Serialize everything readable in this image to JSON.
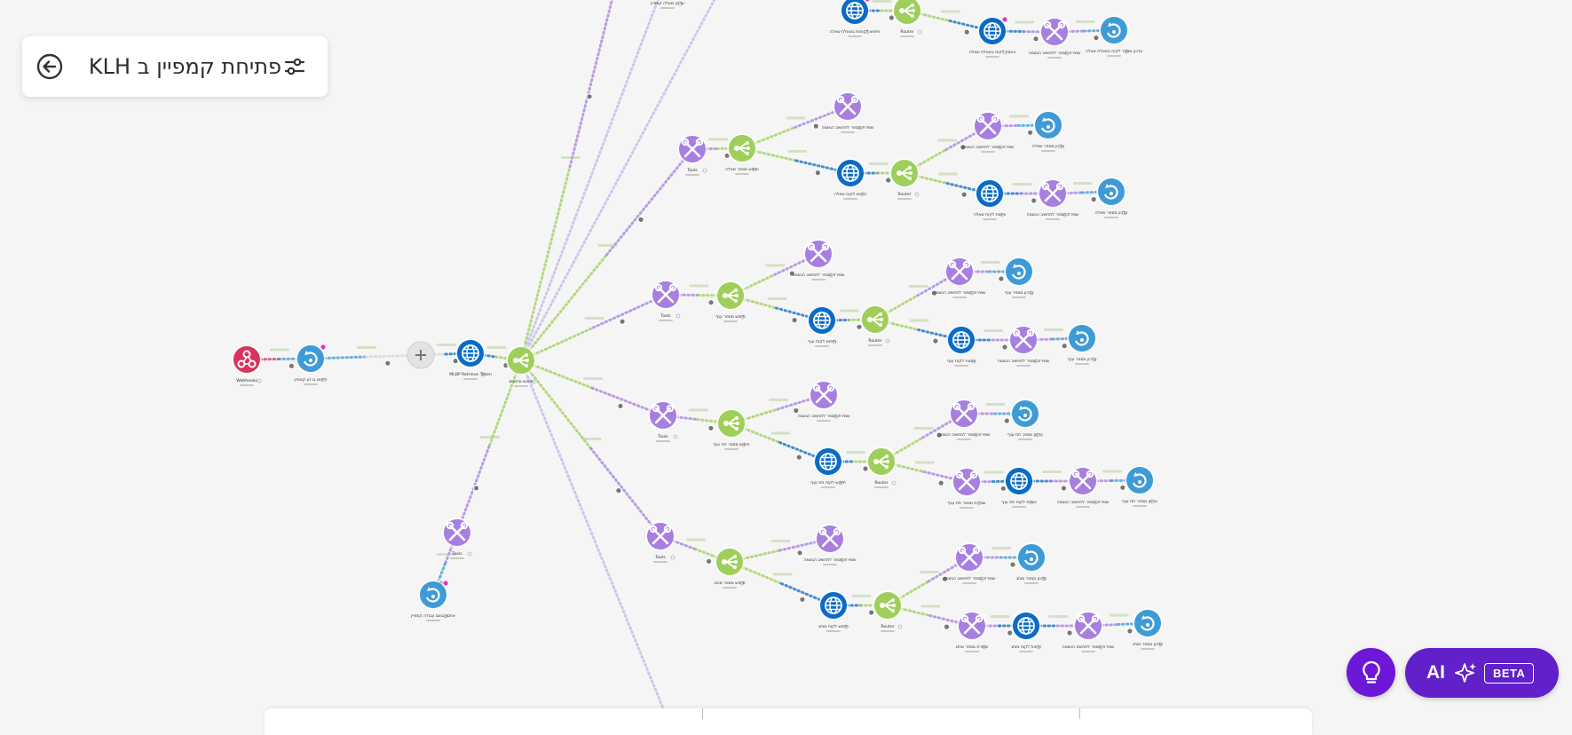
{
  "scenario": {
    "title": "פתיחת קמפיין ב KLH"
  },
  "ai_button": {
    "label": "AI",
    "badge": "BETA"
  },
  "icons": {
    "back": "back-arrow-icon",
    "settings": "sliders-icon",
    "hint": "lightbulb-icon",
    "sparkle": "sparkle-icon"
  },
  "colors": {
    "webhook": "#d8335f",
    "app": "#3f9bd6",
    "http": "#0a6bc8",
    "tools": "#a77fe0",
    "router": "#9fcf5a",
    "canvas": "#f5f5f5",
    "ai": "#6120c9",
    "hint": "#6d17d9"
  },
  "modules": [
    {
      "t": "webhook",
      "label": "Webhooks"
    },
    {
      "t": "app",
      "label": "חיפוש ברגע קמפיין"
    },
    {
      "t": "add",
      "label": ""
    },
    {
      "t": "http",
      "label": "MLBP Retrieve Token"
    },
    {
      "t": "router",
      "label": "חיפוש מיתוגים"
    },
    {
      "t": "tools",
      "label": "Tools"
    },
    {
      "t": "app",
      "label": "אחסון בשם עבודה קמפיין"
    },
    {
      "t": "http",
      "label": "חיפוש לקוחות בשאלת שאלה"
    },
    {
      "t": "router",
      "label": "Router"
    },
    {
      "t": "http",
      "label": "אימות לקוח בשאלת שאלה"
    },
    {
      "t": "tools",
      "label": "שמירת מספר לתחשיב הגשמה"
    },
    {
      "t": "app",
      "label": "עדכון מספר לקוח בשאלת שאלה"
    },
    {
      "t": "tools",
      "label": "Tools"
    },
    {
      "t": "router",
      "label": "חיפוש מספר שאלה"
    },
    {
      "t": "tools",
      "label": "שמירת מספר לתחשיב הגשמה"
    },
    {
      "t": "http",
      "label": "חיפוש לקוח שאלה"
    },
    {
      "t": "router",
      "label": "Router"
    },
    {
      "t": "tools",
      "label": "שמירת מספר לתחשיב הגשמה"
    },
    {
      "t": "app",
      "label": "עדכון מספר שאלה"
    },
    {
      "t": "http",
      "label": "אימות לקוח שאלה"
    },
    {
      "t": "tools",
      "label": "שמירת מספר לתחשיב הגשמה"
    },
    {
      "t": "app",
      "label": "עדכון מספר שאלה"
    },
    {
      "t": "tools",
      "label": "Tools"
    },
    {
      "t": "router",
      "label": "חיפוש מספר ענף"
    },
    {
      "t": "tools",
      "label": "שמירת מספר לתחשיב הגשמה"
    },
    {
      "t": "http",
      "label": "חיפוש לקוח ענף"
    },
    {
      "t": "router",
      "label": "Router"
    },
    {
      "t": "tools",
      "label": "שמירת מספר לתחשיב הגשמה"
    },
    {
      "t": "app",
      "label": "עדכון מספר ענף"
    },
    {
      "t": "http",
      "label": "אימות לקוח ענף"
    },
    {
      "t": "tools",
      "label": "שמירת מספר לתחשיב הגשמה"
    },
    {
      "t": "app",
      "label": "עדכון מספר ענף"
    },
    {
      "t": "tools",
      "label": "Tools"
    },
    {
      "t": "router",
      "label": "חיפוש מספר תת ענף"
    },
    {
      "t": "tools",
      "label": "שמירת מספר לתחשיב הגשמה"
    },
    {
      "t": "http",
      "label": "חיפוש לקוח תת ענף"
    },
    {
      "t": "router",
      "label": "Router"
    },
    {
      "t": "tools",
      "label": "שמירת מספר לתחשיב הגשמה"
    },
    {
      "t": "app",
      "label": "עדכון מספר תת ענף"
    },
    {
      "t": "tools",
      "label": "שמירת מספר תת ענף"
    },
    {
      "t": "http",
      "label": "אימות לקוח תת ענף"
    },
    {
      "t": "tools",
      "label": "שמירת מספר לתחשיב הגשמה"
    },
    {
      "t": "app",
      "label": "עדכון מספר תת ענף"
    },
    {
      "t": "tools",
      "label": "Tools"
    },
    {
      "t": "router",
      "label": "חיפוש מספר מותג"
    },
    {
      "t": "tools",
      "label": "שמירת מספר לתחשיב הגשמה"
    },
    {
      "t": "http",
      "label": "חיפוש לקוח מותג"
    },
    {
      "t": "router",
      "label": "Router"
    },
    {
      "t": "tools",
      "label": "שמירת מספר לתחשיב הגשמה"
    },
    {
      "t": "app",
      "label": "עדכון מספר מותג"
    },
    {
      "t": "tools",
      "label": "שמירת מספר מותג"
    },
    {
      "t": "http",
      "label": "אימות לקוח מותג"
    },
    {
      "t": "tools",
      "label": "שמירת מספר לתחשיב הגשמה"
    },
    {
      "t": "app",
      "label": "עדכון מספר מותג"
    },
    {
      "t": "tools",
      "label": "Tools"
    },
    {
      "t": "app",
      "label": "עדכון שאלה קמפיין"
    }
  ]
}
